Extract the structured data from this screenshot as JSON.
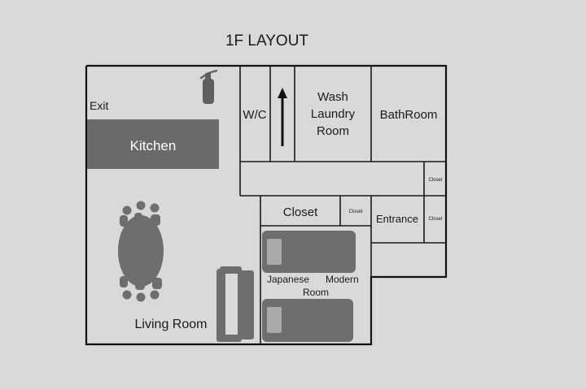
{
  "title": "1F LAYOUT",
  "labels": {
    "exit": "Exit",
    "kitchen": "Kitchen",
    "wc": "W/C",
    "wash_line1": "Wash",
    "wash_line2": "Laundry",
    "wash_line3": "Room",
    "bathroom": "BathRoom",
    "closet_top_right": "Closet",
    "closet_main": "Closet",
    "closet_small": "Closet",
    "entrance": "Entrance",
    "closet_entrance": "Closet",
    "japanese": "Japanese",
    "modern": "Modern",
    "room": "Room",
    "living_room": "Living Room"
  },
  "icons": {
    "extinguisher": "fire-extinguisher-icon",
    "stairs_arrow": "arrow-up-icon",
    "table": "dining-table-icon",
    "sofa": "sofa-icon",
    "bed_top": "bed-icon",
    "bed_bottom": "bed-icon"
  },
  "colors": {
    "background": "#d9d9d9",
    "walls": "#1a1a1a",
    "furniture": "#6e6e6e",
    "kitchen_text": "#ffffff"
  }
}
